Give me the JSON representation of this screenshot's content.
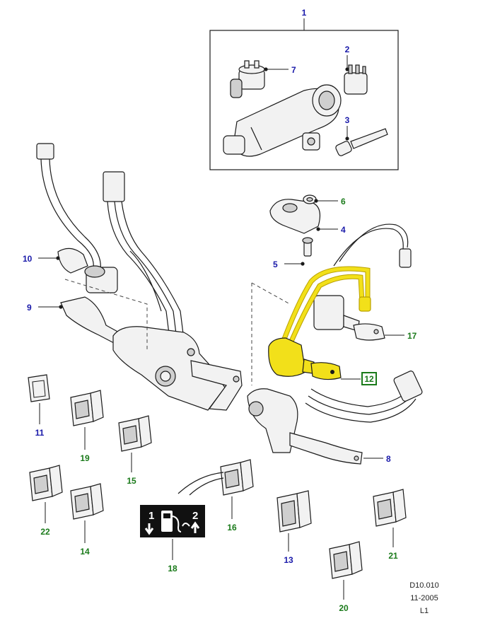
{
  "colors": {
    "blue_label": "#1a1aaa",
    "green_label": "#1a7a1a",
    "highlight": "#f2e01a",
    "highlight_stroke": "#b9a000"
  },
  "labels": {
    "p1": "1",
    "p2": "2",
    "p3": "3",
    "p4": "4",
    "p5": "5",
    "p6": "6",
    "p7": "7",
    "p8": "8",
    "p9": "9",
    "p10": "10",
    "p11": "11",
    "p12": "12",
    "p13": "13",
    "p14": "14",
    "p15": "15",
    "p16": "16",
    "p17": "17",
    "p18": "18",
    "p19": "19",
    "p20": "20",
    "p21": "21",
    "p22": "22"
  },
  "legend18": {
    "tank1": "1",
    "tank2": "2"
  },
  "footer": {
    "ref": "D10.010",
    "date": "11-2005",
    "level": "L1"
  }
}
